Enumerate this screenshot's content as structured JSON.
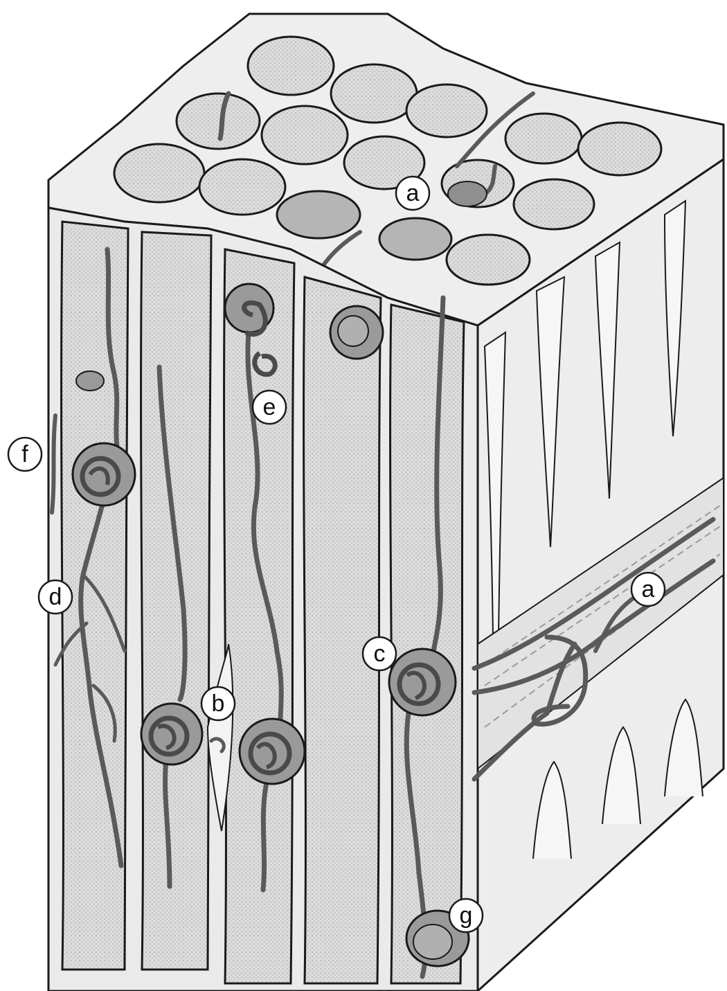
{
  "labels": {
    "a_top": "a",
    "a_right": "a",
    "b": "b",
    "c": "c",
    "d": "d",
    "e": "e",
    "f": "f",
    "g": "g"
  },
  "colors": {
    "wall": "#ececec",
    "wall_shadow": "#c9c9c9",
    "outline": "#1a1a1a",
    "hypha": "#5a5a5a",
    "coil": "#8a8a8a",
    "label_fill": "#ffffff"
  }
}
